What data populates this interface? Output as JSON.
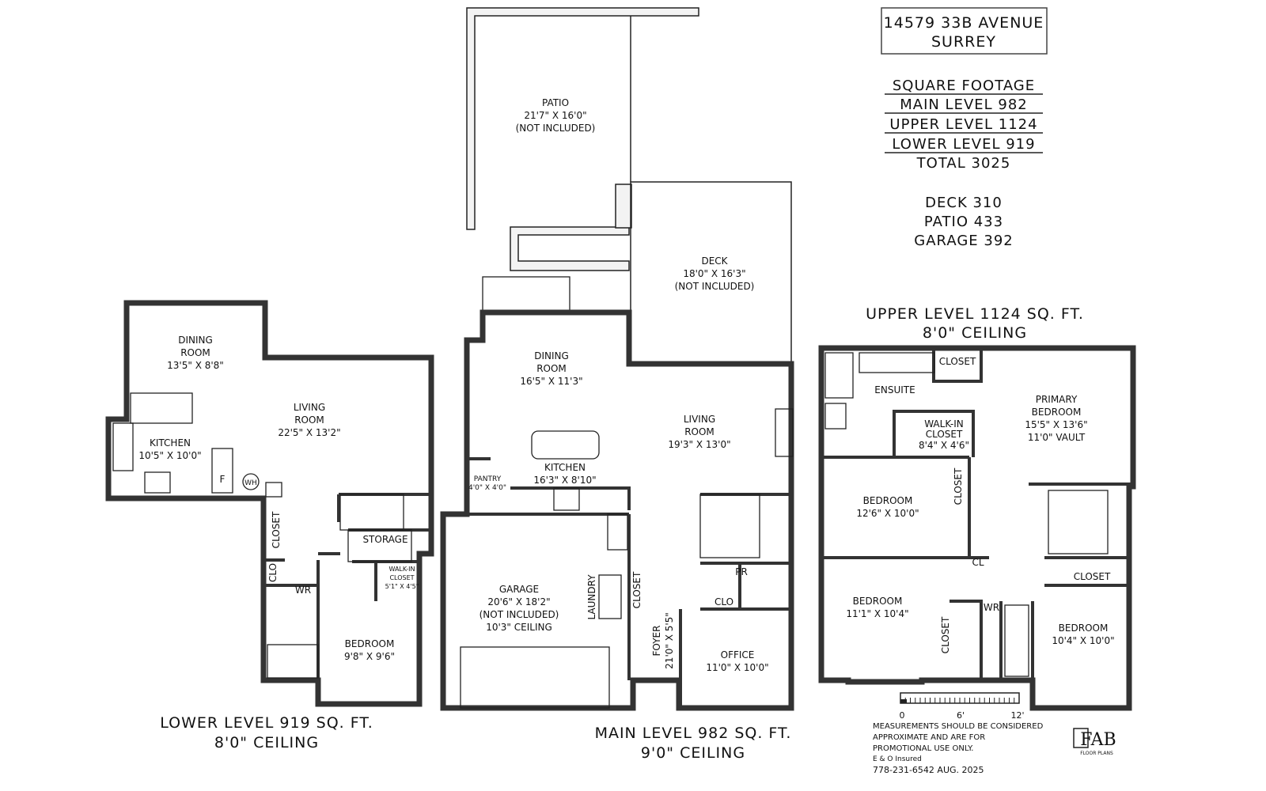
{
  "address": {
    "line1": "14579 33B AVENUE",
    "line2": "SURREY"
  },
  "square_footage": {
    "heading": "SQUARE FOOTAGE",
    "main": "MAIN LEVEL 982",
    "upper": "UPPER LEVEL 1124",
    "lower": "LOWER LEVEL 919",
    "total": "TOTAL 3025",
    "deck": "DECK 310",
    "patio": "PATIO 433",
    "garage": "GARAGE 392"
  },
  "lower_level": {
    "title": "LOWER LEVEL 919 SQ. FT.",
    "ceiling": "8'0\" CEILING",
    "rooms": {
      "dining": [
        "DINING",
        "ROOM",
        "13'5\" X 8'8\""
      ],
      "living": [
        "LIVING",
        "ROOM",
        "22'5\" X 13'2\""
      ],
      "kitchen": [
        "KITCHEN",
        "10'5\" X 10'0\""
      ],
      "closet": "CLOSET",
      "clo": "CLO",
      "wr": "WR",
      "storage": "STORAGE",
      "walkin": [
        "WALK-IN",
        "CLOSET",
        "5'1\" X 4'5\""
      ],
      "bedroom": [
        "BEDROOM",
        "9'8\" X 9'6\""
      ],
      "fridge": "F",
      "wh": "WH"
    }
  },
  "main_level": {
    "title": "MAIN LEVEL 982 SQ. FT.",
    "ceiling": "9'0\" CEILING",
    "rooms": {
      "patio": [
        "PATIO",
        "21'7\" X 16'0\"",
        "(NOT INCLUDED)"
      ],
      "deck": [
        "DECK",
        "18'0\" X 16'3\"",
        "(NOT INCLUDED)"
      ],
      "dining": [
        "DINING",
        "ROOM",
        "16'5\" X 11'3\""
      ],
      "living": [
        "LIVING",
        "ROOM",
        "19'3\" X 13'0\""
      ],
      "kitchen": [
        "KITCHEN",
        "16'3\" X 8'10\""
      ],
      "pantry": [
        "PANTRY",
        "4'0\" X 4'0\""
      ],
      "garage": [
        "GARAGE",
        "20'6\" X 18'2\"",
        "(NOT INCLUDED)",
        "10'3\" CEILING"
      ],
      "laundry": "LAUNDRY",
      "closet": "CLOSET",
      "foyer": [
        "FOYER",
        "21'0\" X 5'5\""
      ],
      "pr": "PR",
      "clo": "CLO",
      "office": [
        "OFFICE",
        "11'0\" X 10'0\""
      ]
    }
  },
  "upper_level": {
    "title": "UPPER LEVEL 1124 SQ. FT.",
    "ceiling": "8'0\" CEILING",
    "rooms": {
      "ensuite": "ENSUITE",
      "closet_top": "CLOSET",
      "walkin": [
        "WALK-IN",
        "CLOSET",
        "8'4\" X 4'6\""
      ],
      "primary": [
        "PRIMARY",
        "BEDROOM",
        "15'5\" X 13'6\"",
        "11'0\" VAULT"
      ],
      "bed1": [
        "BEDROOM",
        "12'6\" X 10'0\""
      ],
      "closet1": "CLOSET",
      "cl": "CL",
      "bed2": [
        "BEDROOM",
        "11'1\" X 10'4\""
      ],
      "closet2": "CLOSET",
      "wr": "WR",
      "closet3": "CLOSET",
      "bed3": [
        "BEDROOM",
        "10'4\" X 10'0\""
      ]
    }
  },
  "scale": {
    "ticks": [
      "0",
      "6'",
      "12'"
    ]
  },
  "disclaimer": [
    "MEASUREMENTS SHOULD BE CONSIDERED",
    "APPROXIMATE AND ARE FOR",
    "PROMOTIONAL USE ONLY.",
    "E & O Insured",
    "778-231-6542  AUG. 2025"
  ],
  "logo": {
    "mark": "FAB",
    "sub": "FLOOR PLANS"
  }
}
